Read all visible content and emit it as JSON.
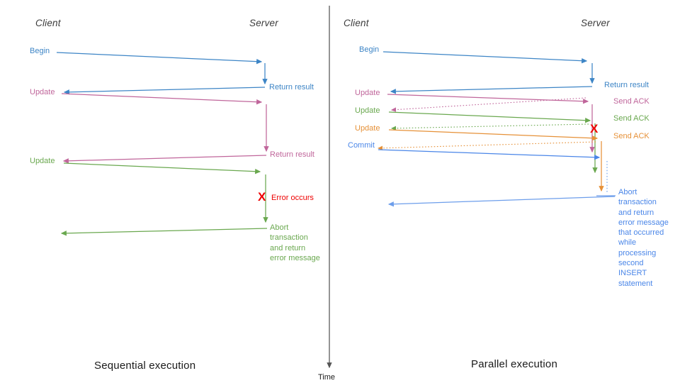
{
  "colors": {
    "blue": "#3d85c6",
    "commit_blue": "#4a86e8",
    "light_blue": "#6d9eeb",
    "pink": "#c0669b",
    "green": "#6aa84f",
    "orange": "#e69138",
    "red": "#ee0000",
    "axis": "#555555",
    "heading": "#3b3b3b",
    "caption": "#1a1a1a"
  },
  "time_axis": {
    "label": "Time"
  },
  "left_panel": {
    "caption": "Sequential execution",
    "client_header": "Client",
    "server_header": "Server",
    "begin_label": "Begin",
    "return_result_1": "Return result",
    "update_1": "Update",
    "return_result_2": "Return result",
    "update_2": "Update",
    "error_mark": "X",
    "error_label": "Error occurs",
    "abort_note": "Abort\ntransaction\nand return\nerror message"
  },
  "right_panel": {
    "caption": "Parallel execution",
    "client_header": "Client",
    "server_header": "Server",
    "begin_label": "Begin",
    "return_result": "Return result",
    "update_1": "Update",
    "update_2": "Update",
    "update_3": "Update",
    "commit_label": "Commit",
    "send_ack_1": "Send ACK",
    "send_ack_2": "Send ACK",
    "send_ack_3": "Send ACK",
    "error_mark": "X",
    "abort_note": "Abort\ntransaction\nand return\nerror message\nthat occurred\nwhile\nprocessing\nsecond\nINSERT\nstatement"
  }
}
